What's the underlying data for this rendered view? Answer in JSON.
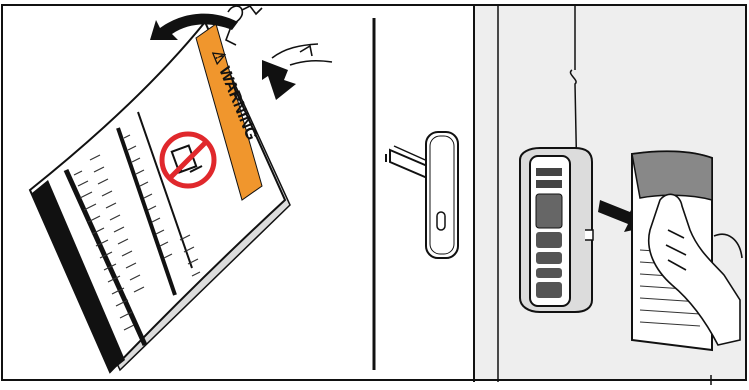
{
  "illustration": {
    "warning_label": {
      "text": "⚠ WARNING",
      "accent_color": "#f0962d"
    },
    "colors": {
      "stroke": "#111111",
      "paper_shadow": "#d9d9d9",
      "prohibited_red": "#e0282c",
      "wall_gray": "#eeeeee",
      "device_body": "#dcdcdc"
    },
    "panels": [
      {
        "id": "remove-label",
        "icons": [
          "curved-arrow-icon",
          "hand-icon",
          "warning-label-sheet"
        ]
      },
      {
        "id": "door-mount",
        "icons": [
          "door-handle-icon"
        ]
      },
      {
        "id": "attach-to-wall",
        "icons": [
          "remote-control-icon",
          "arrow-right-icon",
          "hand-peel-icon"
        ]
      }
    ]
  }
}
